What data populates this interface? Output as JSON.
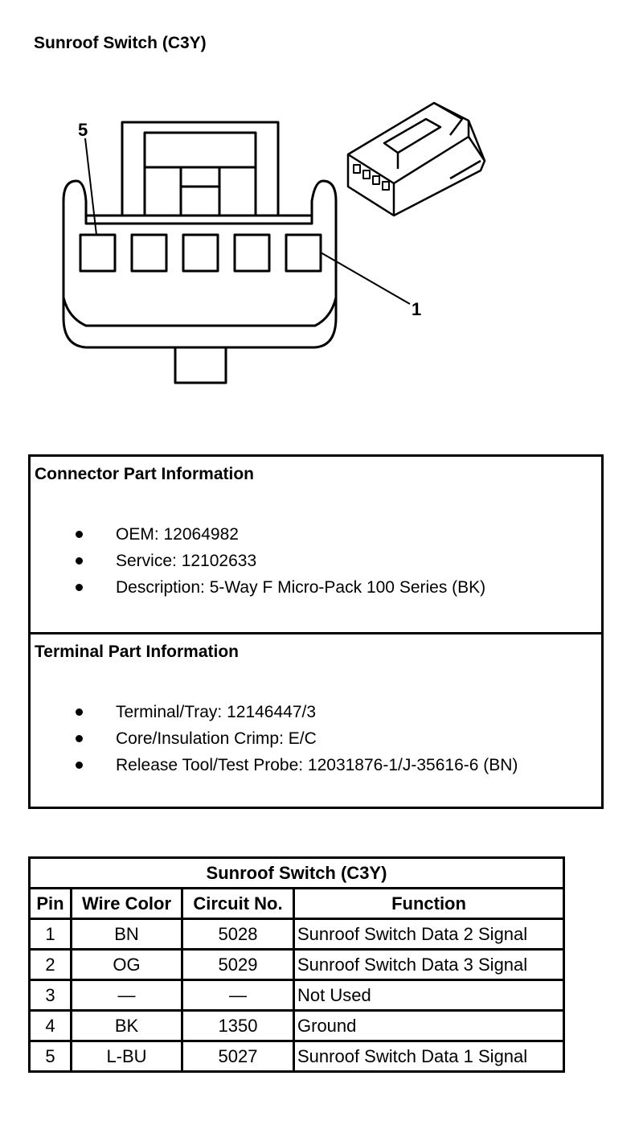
{
  "document": {
    "title": "Sunroof Switch (C3Y)"
  },
  "diagram": {
    "callouts": [
      "5",
      "1"
    ],
    "cavity_count": 5
  },
  "connector_info": {
    "heading": "Connector Part Information",
    "items": [
      "OEM: 12064982",
      "Service: 12102633",
      "Description: 5-Way F Micro-Pack 100 Series (BK)"
    ]
  },
  "terminal_info": {
    "heading": "Terminal Part Information",
    "items": [
      "Terminal/Tray: 12146447/3",
      "Core/Insulation Crimp: E/C",
      "Release Tool/Test Probe: 12031876-1/J-35616-6 (BN)"
    ]
  },
  "pin_table": {
    "title": "Sunroof Switch (C3Y)",
    "headers": [
      "Pin",
      "Wire Color",
      "Circuit No.",
      "Function"
    ],
    "rows": [
      [
        "1",
        "BN",
        "5028",
        "Sunroof Switch Data 2 Signal"
      ],
      [
        "2",
        "OG",
        "5029",
        "Sunroof Switch Data 3 Signal"
      ],
      [
        "3",
        "—",
        "—",
        "Not Used"
      ],
      [
        "4",
        "BK",
        "1350",
        "Ground"
      ],
      [
        "5",
        "L-BU",
        "5027",
        "Sunroof Switch Data 1 Signal"
      ]
    ]
  }
}
